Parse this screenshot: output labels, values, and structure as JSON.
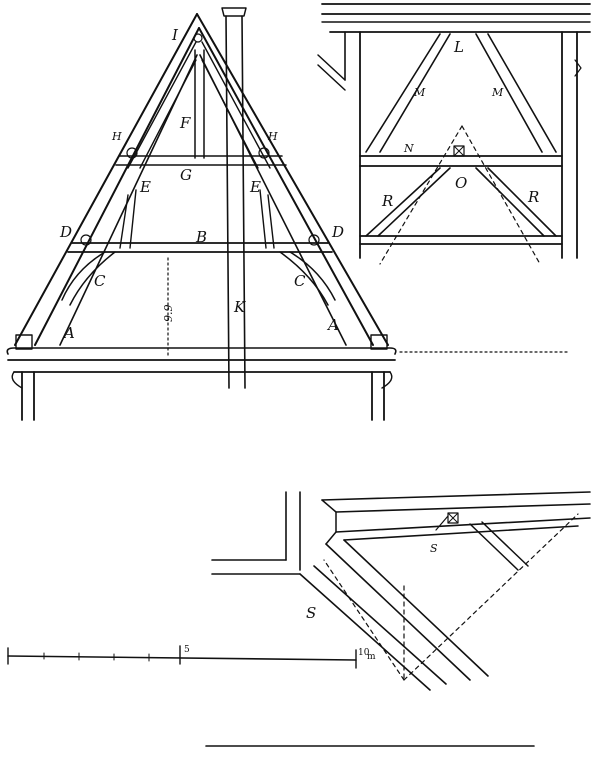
{
  "labels": {
    "I": "I",
    "F": "F",
    "G": "G",
    "H_left": "H",
    "H_right": "H",
    "E_left": "E",
    "E_right": "E",
    "D_left": "D",
    "D_right": "D",
    "B": "B",
    "C_left": "C",
    "C_right": "C",
    "A_left": "A",
    "A_right": "A",
    "K": "K",
    "height_mark": "9.9",
    "L": "L",
    "M_left": "M",
    "M_right": "M",
    "N": "N",
    "O": "O",
    "R_left": "R",
    "R_right": "R",
    "S": "S",
    "S2": "S"
  },
  "scale": {
    "mid": "5",
    "end": "10",
    "unit": "m"
  }
}
